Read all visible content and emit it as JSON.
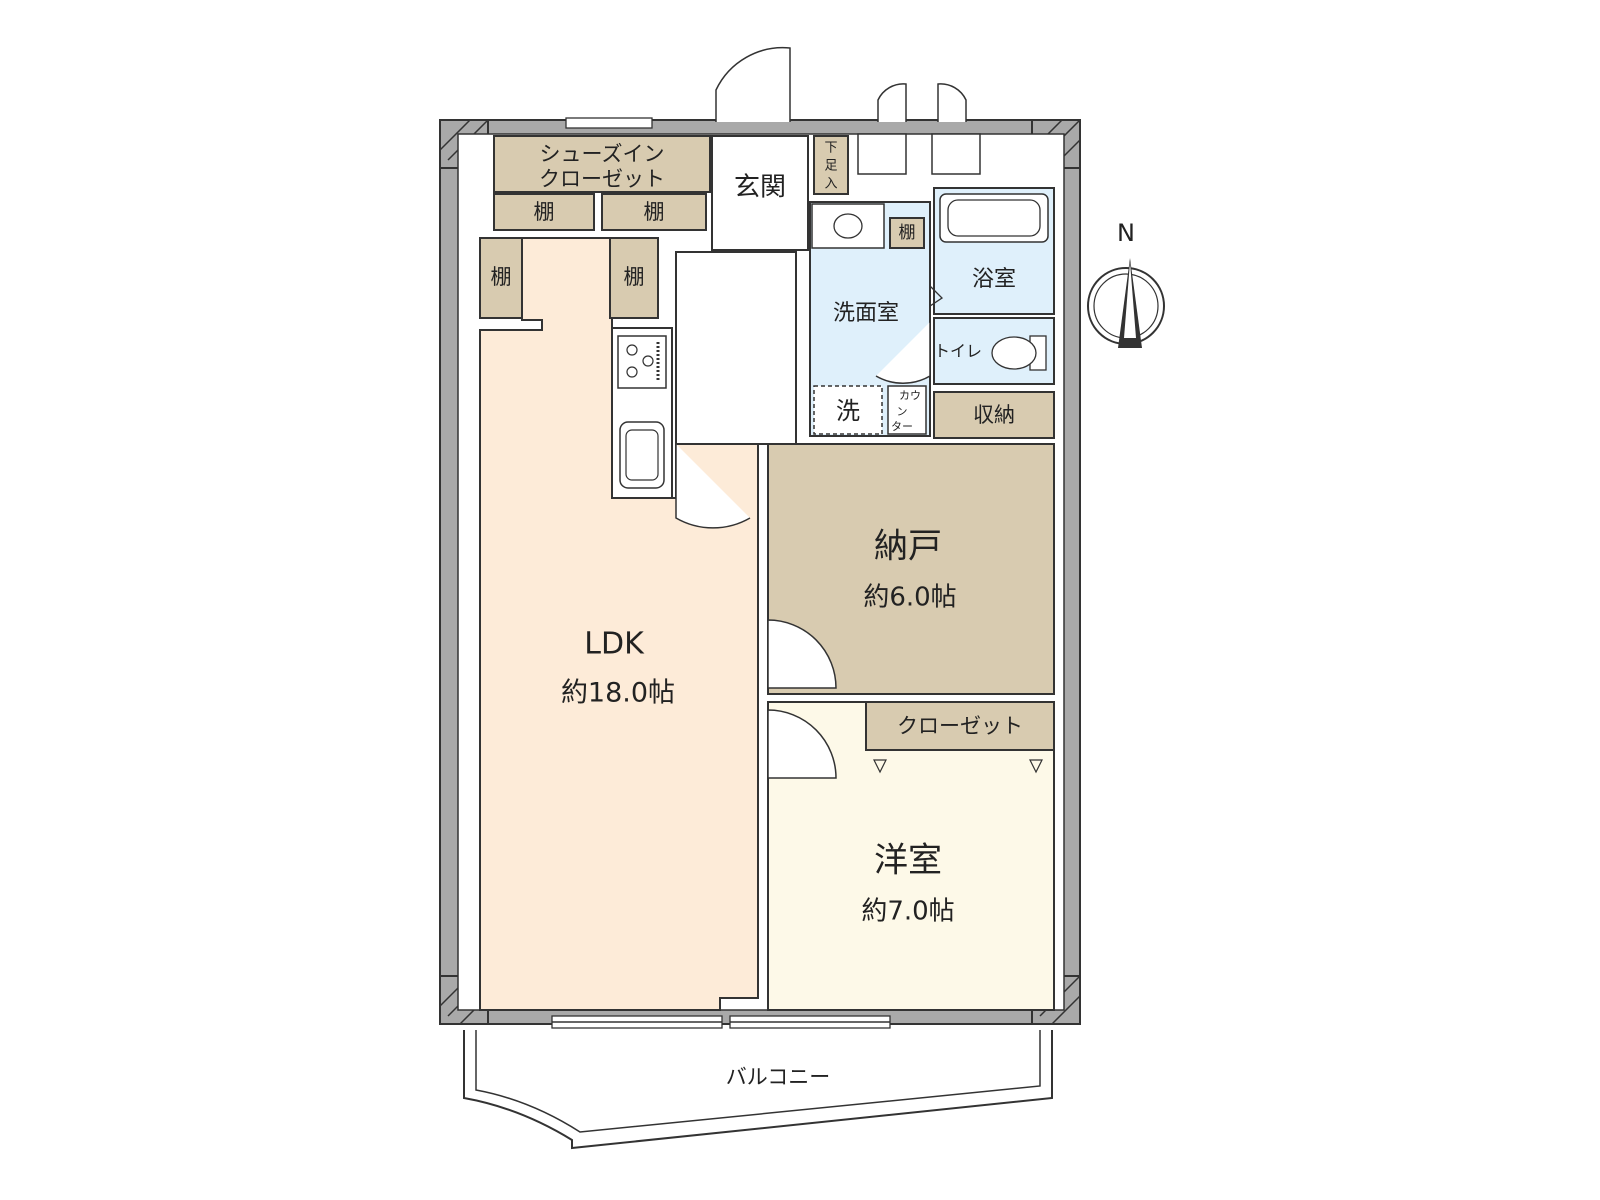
{
  "labels": {
    "shoes_closet_1": "シューズイン",
    "shoes_closet_2": "クローゼット",
    "shelf": "棚",
    "genkan": "玄関",
    "geta_1": "下",
    "geta_2": "足",
    "geta_3": "入",
    "senmen": "洗面室",
    "yokushitsu": "浴室",
    "toilet": "トイレ",
    "sentaku": "洗",
    "counter_1": "カウ",
    "counter_2": "ン",
    "counter_3": "ター",
    "shuno": "収納",
    "nando": "納戸",
    "nando_size": "約6.0帖",
    "ldk": "LDK",
    "ldk_size": "約18.0帖",
    "closet": "クローゼット",
    "yoshitsu": "洋室",
    "yoshitsu_size": "約7.0帖",
    "balcony": "バルコニー",
    "north": "N"
  },
  "colors": {
    "ldk": "#fdebd8",
    "nando": "#d8cbb0",
    "yoshitsu": "#fdf9e8",
    "water": "#dff0fb",
    "storage": "#d8cbb0",
    "wall": "#a9a9a9"
  }
}
